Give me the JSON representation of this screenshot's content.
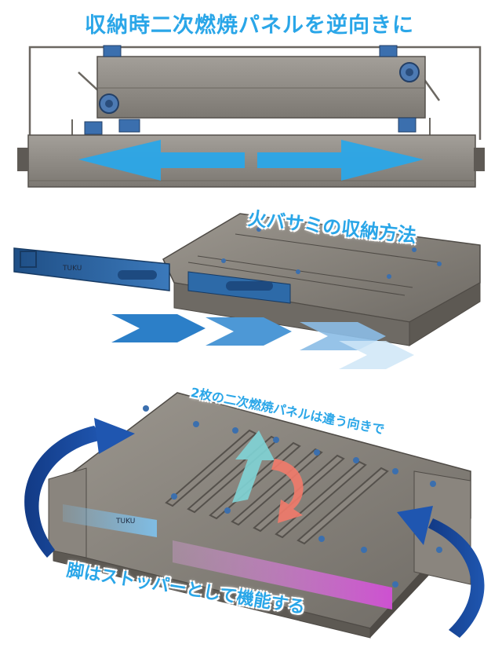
{
  "captions": {
    "top": "収納時二次燃焼パネルを逆向きに",
    "middle": "火バサミの収納方法",
    "bottom_upper": "2枚の二次燃焼パネルは違う向きで",
    "bottom_lower": "脚はストッパーとして機能する"
  },
  "logo_text": "TUKU",
  "colors": {
    "caption": "#2aa6e8",
    "metal": "#8f8a84",
    "metal_dark": "#5e5a55",
    "handle_blue": "#2d6aa8",
    "arrow_blue": "#2aa6e8",
    "curve_navy": "#1a3f8a",
    "twist_teal": "#7fd4d6",
    "twist_coral": "#f27a6a",
    "highlight_magenta": "#d96ad9"
  }
}
